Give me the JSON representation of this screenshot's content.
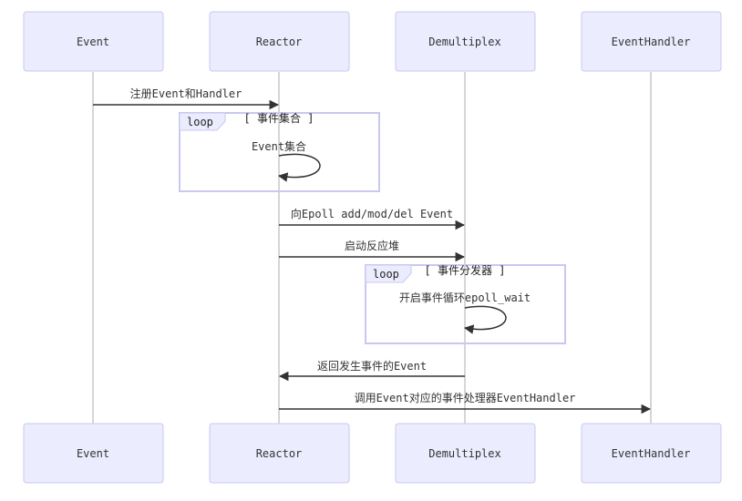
{
  "participants": {
    "event": "Event",
    "reactor": "Reactor",
    "demultiplex": "Demultiplex",
    "handler": "EventHandler"
  },
  "loops": {
    "first": {
      "keyword": "loop",
      "title": "[ 事件集合 ]"
    },
    "second": {
      "keyword": "loop",
      "title": "[ 事件分发器 ]"
    }
  },
  "messages": {
    "register": "注册Event和Handler",
    "event_set": "Event集合",
    "add_mod_del": "向Epoll add/mod/del Event",
    "start_reactor": "启动反应堆",
    "epoll_wait": "开启事件循环epoll_wait",
    "return_events": "返回发生事件的Event",
    "call_handler": "调用Event对应的事件处理器EventHandler"
  },
  "colors": {
    "actor_fill": "#ECECFF",
    "actor_stroke": "#c8c8f0",
    "lifeline": "#c9c9c9",
    "arrow": "#333333"
  }
}
